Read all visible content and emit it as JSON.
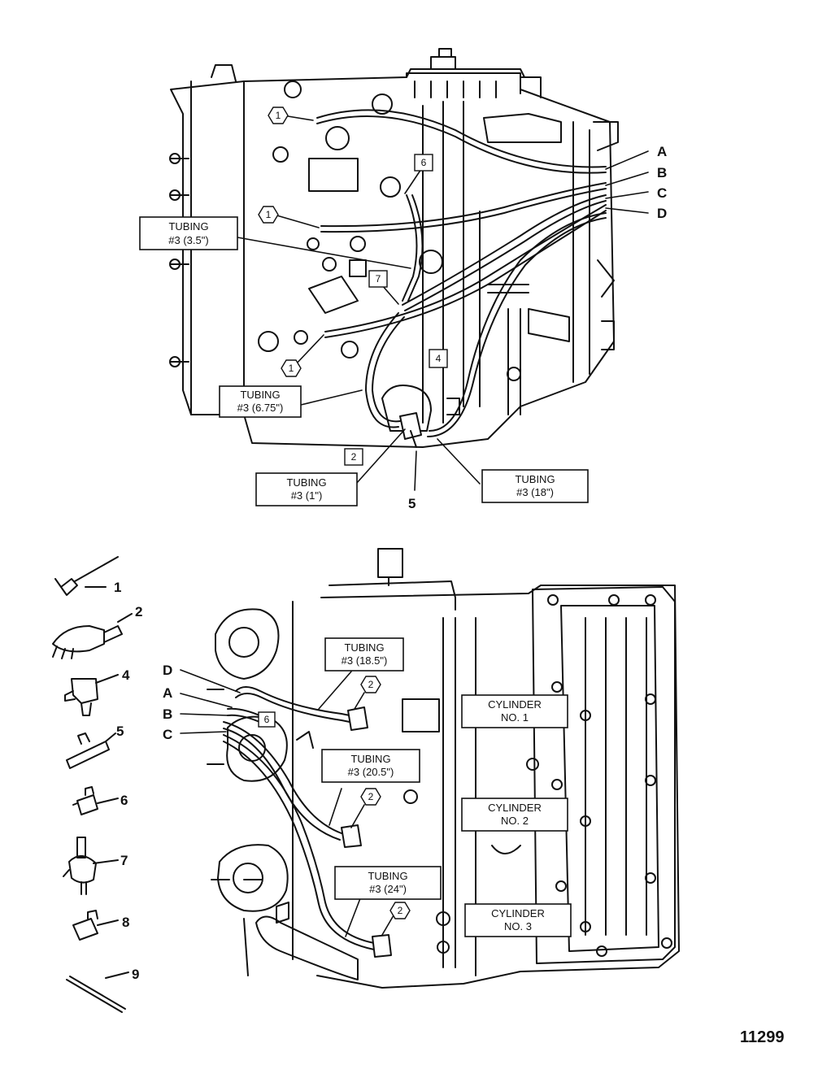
{
  "figure_number": "11299",
  "top_view": {
    "tubing_labels": [
      {
        "line1": "TUBING",
        "line2": "#3 (3.5\")"
      },
      {
        "line1": "TUBING",
        "line2": "#3 (6.75\")"
      },
      {
        "line1": "TUBING",
        "line2": "#3 (1\")"
      },
      {
        "line1": "TUBING",
        "line2": "#3 (18\")"
      }
    ],
    "letters": [
      "A",
      "B",
      "C",
      "D"
    ],
    "circle_callouts": [
      "1",
      "1",
      "1"
    ],
    "square_callouts": [
      "6",
      "7",
      "4",
      "2"
    ],
    "bold_callout": "5"
  },
  "bottom_view": {
    "tubing_labels": [
      {
        "line1": "TUBING",
        "line2": "#3 (18.5\")"
      },
      {
        "line1": "TUBING",
        "line2": "#3 (20.5\")"
      },
      {
        "line1": "TUBING",
        "line2": "#3 (24\")"
      }
    ],
    "cylinder_labels": [
      {
        "line1": "CYLINDER",
        "line2": "NO. 1"
      },
      {
        "line1": "CYLINDER",
        "line2": "NO. 2"
      },
      {
        "line1": "CYLINDER",
        "line2": "NO. 3"
      }
    ],
    "letters": [
      "D",
      "A",
      "B",
      "C"
    ],
    "circle_callouts": [
      "2",
      "2",
      "2"
    ],
    "square_callouts": [
      "6"
    ]
  },
  "parts_legend": [
    "1",
    "2",
    "4",
    "5",
    "6",
    "7",
    "8",
    "9"
  ]
}
